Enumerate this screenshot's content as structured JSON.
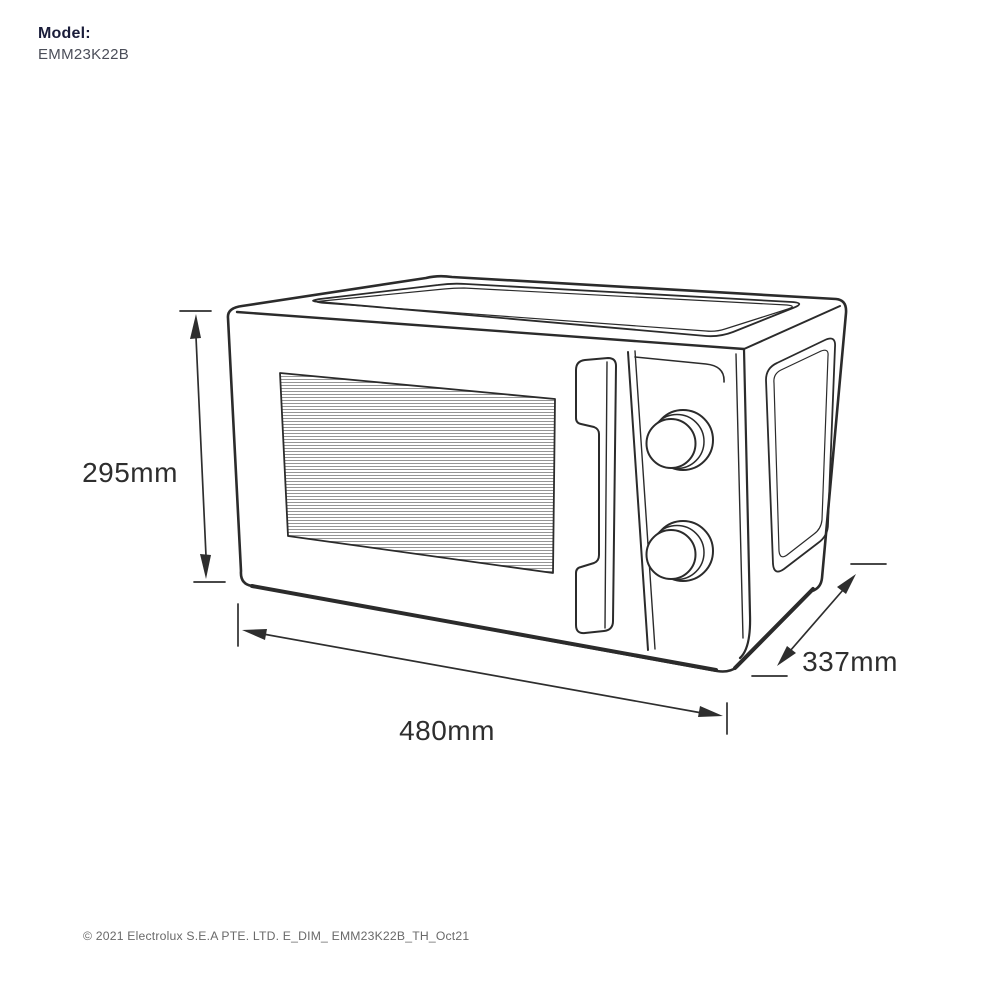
{
  "header": {
    "model_label": "Model:",
    "model_number": "EMM23K22B"
  },
  "diagram": {
    "type": "product-dimension-line-drawing",
    "product": "microwave-oven",
    "dimensions": {
      "height_label": "295mm",
      "width_label": "480mm",
      "depth_label": "337mm"
    }
  },
  "footer": {
    "copyright_line": "© 2021 Electrolux S.E.A PTE. LTD. E_DIM_ EMM23K22B_TH_Oct21"
  },
  "colors": {
    "line_art": "#2b2b2b",
    "hatch_line": "#3d3d3d",
    "model_label_text": "#1a1d3a",
    "model_number_text": "#4b4e59",
    "dimension_text": "#2e2e2e",
    "footer_text": "#696969",
    "background": "#ffffff"
  }
}
